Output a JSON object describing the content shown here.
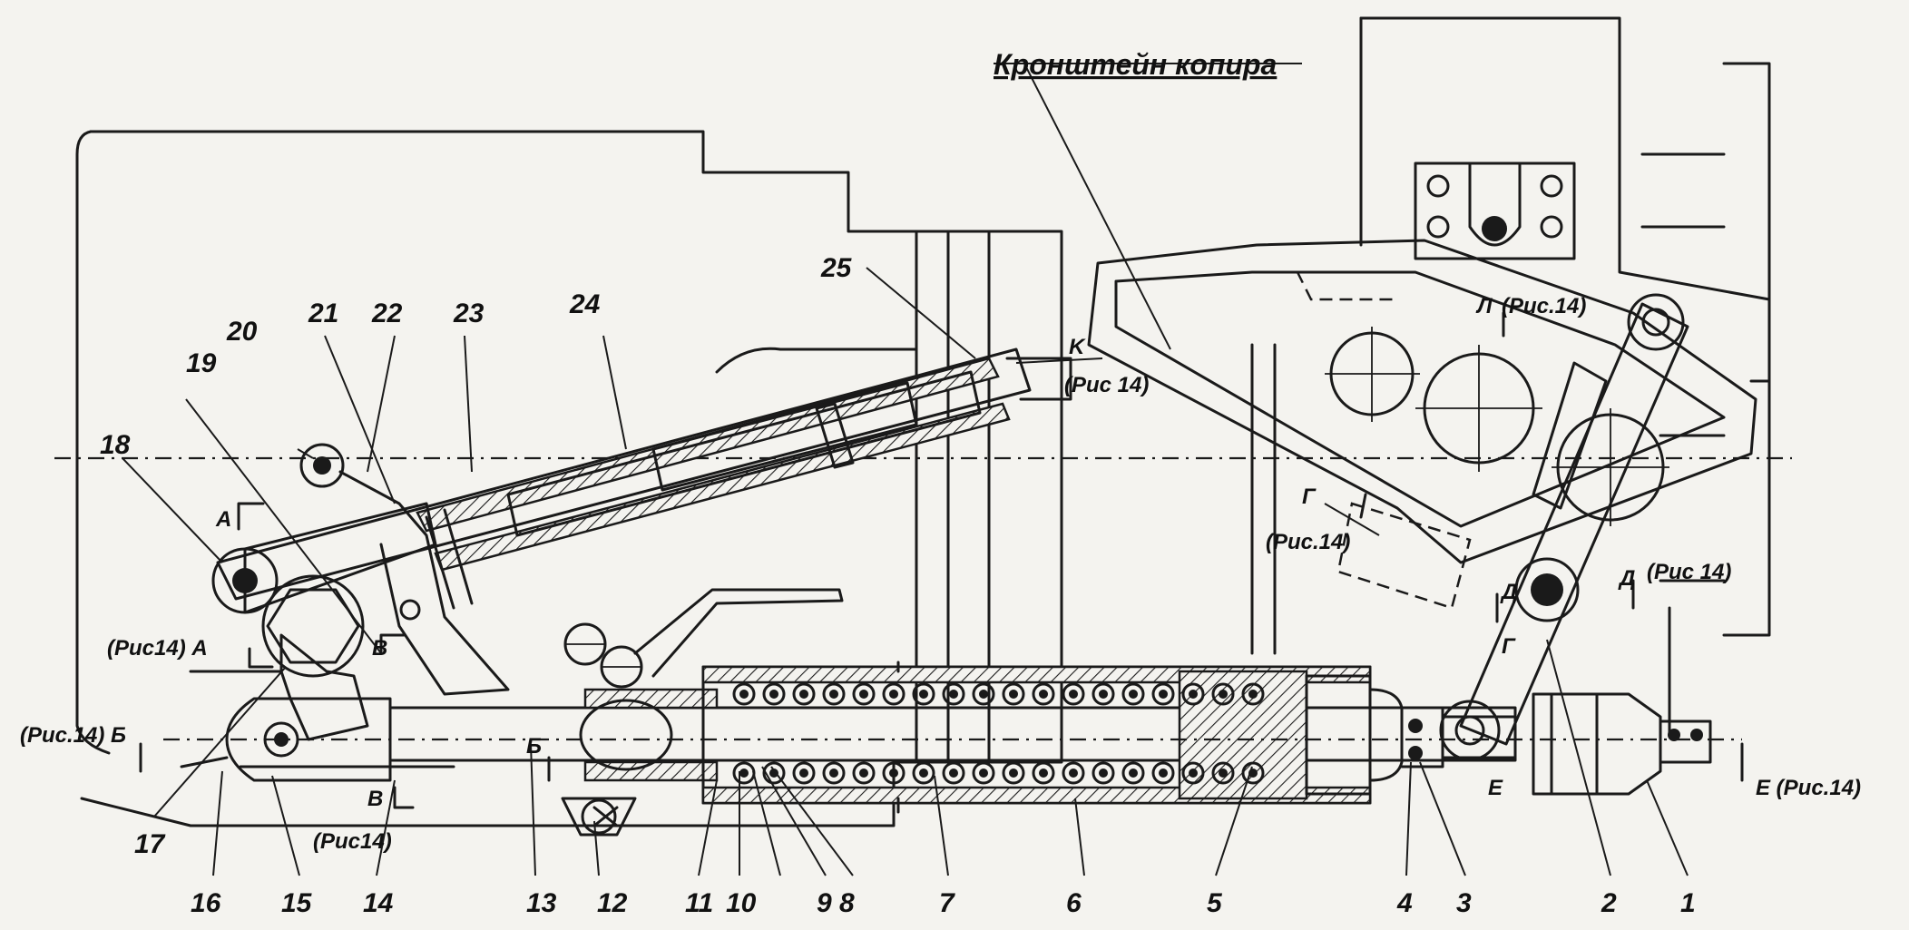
{
  "title": "Кронштейн копира",
  "part_numbers": [
    "1",
    "2",
    "3",
    "4",
    "5",
    "6",
    "7",
    "8",
    "9",
    "10",
    "11",
    "12",
    "13",
    "14",
    "15",
    "16",
    "17",
    "18",
    "19",
    "20",
    "21",
    "22",
    "23",
    "24",
    "25"
  ],
  "section_refs": {
    "k": "K",
    "k_ref": "(Рис 14)",
    "l": "Л",
    "l_ref": "(Рис.14)",
    "a_top": "А",
    "a_bottom_ref": "(Рис14) А",
    "b_left": "(Рис.14) Б",
    "b_mid": "Б",
    "v_top": "В",
    "v_bottom": "В",
    "v_ref": "(Рис14)",
    "g": "Г",
    "g_ref": "(Рис.14)",
    "g_lower": "Г",
    "d_left": "Д",
    "d_right": "Д",
    "d_ref": "(Рис 14)",
    "e_left": "Е",
    "e_right": "Е (Рис.14)"
  },
  "colors": {
    "ink": "#1a1a1a",
    "paper": "#f4f3ef"
  }
}
